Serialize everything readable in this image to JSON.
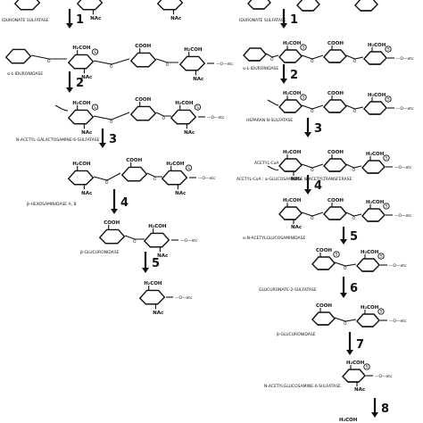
{
  "labels": {
    "glc_a": "H₂COH",
    "glc_b": "H₂COH",
    "cooh": "COOH",
    "h2coh": "H₂COH",
    "nac": "NAc",
    "nh2": "NH₂",
    "etc": "etc",
    "phosphate": "S",
    "oxygen": "O"
  },
  "left": {
    "steps": [
      "1",
      "2",
      "3",
      "4",
      "5"
    ],
    "enzymes": [
      "IDURONATE SULFATASE",
      "α-L-IDURONIDASE",
      "N-ACETYL-GALACTOSAMINE-6-SULFATASE",
      "β-HEXOSAMINIDASE A, B",
      "β-GLUCURONIDASE"
    ]
  },
  "right": {
    "steps": [
      "1",
      "2",
      "3",
      "4",
      "5",
      "6",
      "7",
      "8"
    ],
    "enzymes": [
      "IDURONATE SULFATASE",
      "α-L-IDURONIDASE",
      "HEPARAN N-SULFATASE",
      "ACETYL-CoA : α-GLUCOSAMINIDE N-ACETYLTRANSFERASE",
      "α-N-ACETYLGLUCOSAMINIDASE",
      "GLUCURONATE-2-SULFATASE",
      "β-GLUCURONIDASE",
      "N-ACETYLGLUCOSAMINE-6-SULFATASE"
    ],
    "cofactor": "ACETYL-CoA"
  }
}
